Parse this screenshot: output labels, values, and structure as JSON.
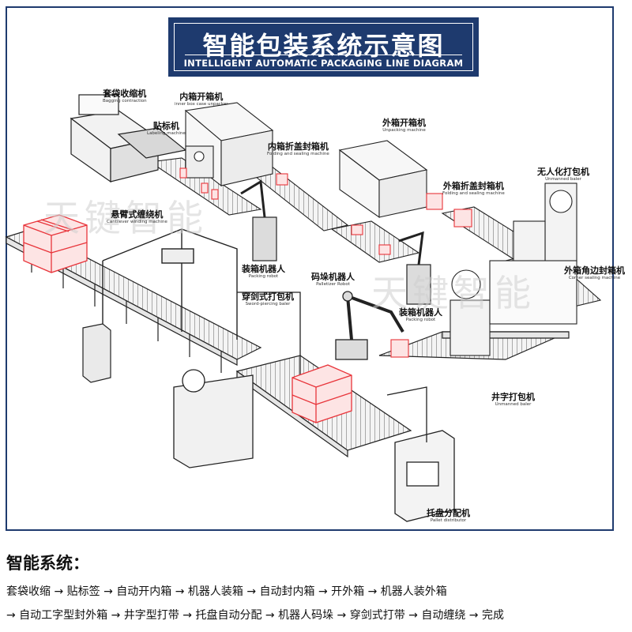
{
  "title": {
    "cn": "智能包装系统示意图",
    "en": "INTELLIGENT AUTOMATIC PACKAGING LINE DIAGRAM"
  },
  "watermark": "天键智能",
  "labels": {
    "bagging": {
      "cn": "套袋收缩机",
      "en": "Bagging contraction"
    },
    "unpacker": {
      "cn": "内箱开箱机",
      "en": "inner box case unpacker"
    },
    "labeling": {
      "cn": "贴标机",
      "en": "Labeling machine"
    },
    "inner_folding": {
      "cn": "内箱折盖封箱机",
      "en": "Folding and sealing machine"
    },
    "outer_unpacking": {
      "cn": "外箱开箱机",
      "en": "Unpacking machine"
    },
    "outer_folding": {
      "cn": "外箱折盖封箱机",
      "en": "Folding and sealing machine"
    },
    "unmanned_baler_top": {
      "cn": "无人化打包机",
      "en": "Unmanned baler"
    },
    "cantilever": {
      "cn": "悬臂式缠绕机",
      "en": "Cantilever winding machine"
    },
    "packing_robot_1": {
      "cn": "装箱机器人",
      "en": "Packing robot"
    },
    "corner_sealing": {
      "cn": "外箱角边封箱机",
      "en": "Corner sealing machine"
    },
    "palletizer": {
      "cn": "码垛机器人",
      "en": "Palletizer Robot"
    },
    "sword_baler": {
      "cn": "穿剑式打包机",
      "en": "Sword-piercing baler"
    },
    "packing_robot_2": {
      "cn": "装箱机器人",
      "en": "Packing robot"
    },
    "cross_baler": {
      "cn": "井字打包机",
      "en": "Unmanned baler"
    },
    "pallet_distributor": {
      "cn": "托盘分配机",
      "en": "Pallet distributor"
    }
  },
  "system": {
    "heading": "智能系统：",
    "flow_line_1": "套袋收缩 → 贴标签 → 自动开内箱 → 机器人装箱 → 自动封内箱 → 开外箱 → 机器人装外箱",
    "flow_line_2": " → 自动工字型封外箱 → 井字型打带 → 托盘自动分配 → 机器人码垛 → 穿剑式打带 → 自动缠绕 → 完成"
  },
  "colors": {
    "navy": "#1e3a6e",
    "box_red": "#e8343a",
    "box_fill": "#fde4e4",
    "line": "#222222"
  }
}
